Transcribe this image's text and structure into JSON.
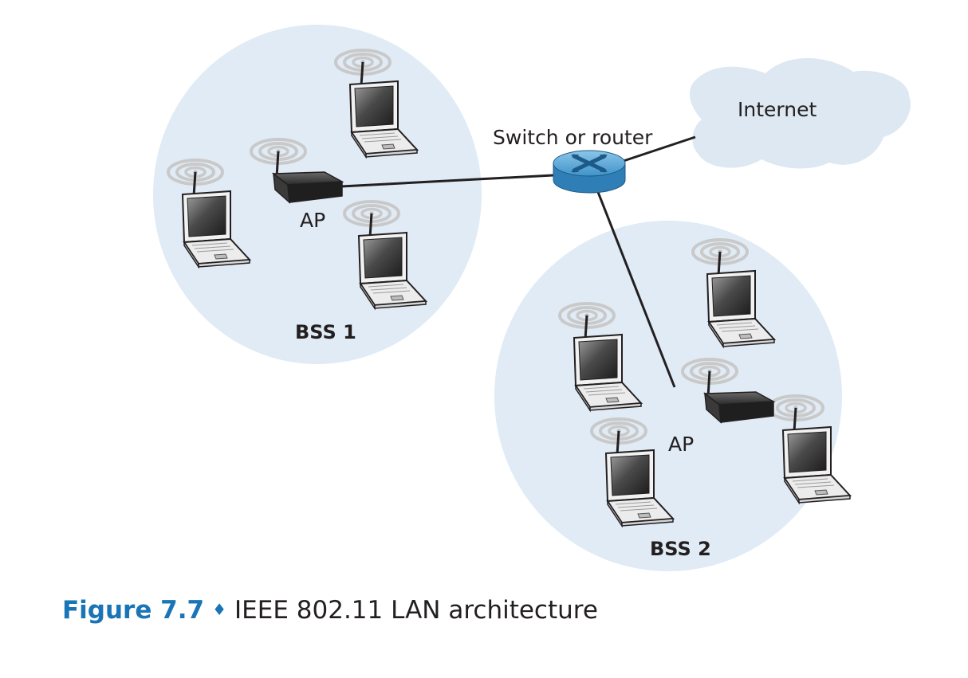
{
  "labels": {
    "switch_router": "Switch or router",
    "internet": "Internet",
    "ap1": "AP",
    "ap2": "AP",
    "bss1": "BSS 1",
    "bss2": "BSS 2"
  },
  "caption": {
    "figure_number": "Figure 7.7",
    "separator": "♦",
    "title": "IEEE 802.11 LAN architecture"
  },
  "colors": {
    "bss_fill": "#e0ebf5",
    "cloud_fill": "#dde8f3",
    "router_blue": "#4fa3d6",
    "caption_blue": "#1a75b6",
    "link": "#231f20"
  }
}
